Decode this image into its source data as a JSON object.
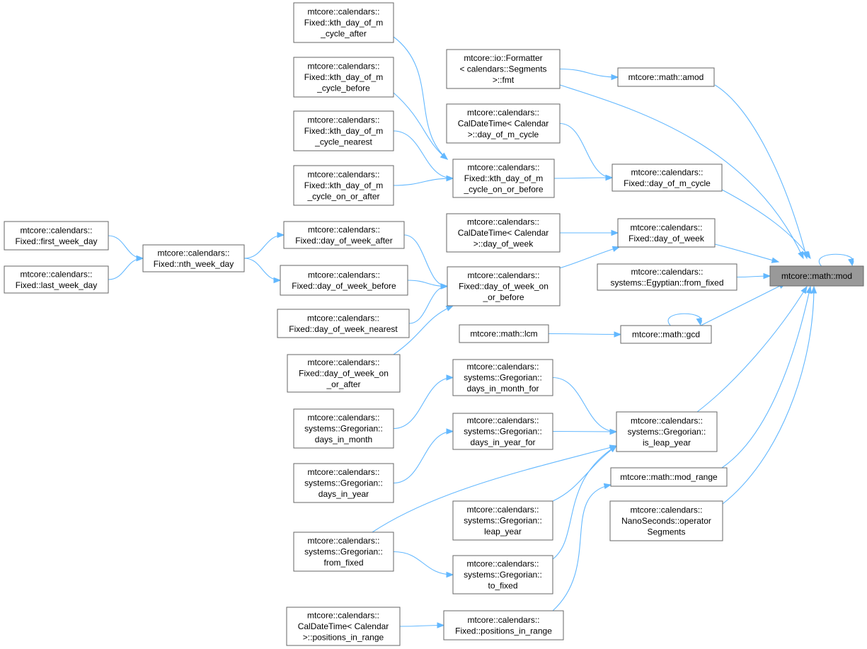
{
  "graph": {
    "nodes": {
      "mod": {
        "lines": [
          "mtcore::math::mod"
        ],
        "focus": true
      },
      "amod": {
        "lines": [
          "mtcore::math::amod"
        ]
      },
      "dom_cycle": {
        "lines": [
          "mtcore::calendars::",
          "Fixed::day_of_m_cycle"
        ]
      },
      "dow": {
        "lines": [
          "mtcore::calendars::",
          "Fixed::day_of_week"
        ]
      },
      "egypt": {
        "lines": [
          "mtcore::calendars::",
          "systems::Egyptian::from_fixed"
        ]
      },
      "gcd": {
        "lines": [
          "mtcore::math::gcd"
        ]
      },
      "leap": {
        "lines": [
          "mtcore::calendars::",
          "systems::Gregorian::",
          "is_leap_year"
        ]
      },
      "modrange": {
        "lines": [
          "mtcore::math::mod_range"
        ]
      },
      "nano": {
        "lines": [
          "mtcore::calendars::",
          "NanoSeconds::operator",
          "Segments"
        ]
      },
      "fmt": {
        "lines": [
          "mtcore::io::Formatter",
          "< calendars::Segments",
          ">::fmt"
        ]
      },
      "cdt_dmc": {
        "lines": [
          "mtcore::calendars::",
          "CalDateTime< Calendar",
          ">::day_of_m_cycle"
        ]
      },
      "kth_onbefore": {
        "lines": [
          "mtcore::calendars::",
          "Fixed::kth_day_of_m",
          "_cycle_on_or_before"
        ]
      },
      "cdt_dow": {
        "lines": [
          "mtcore::calendars::",
          "CalDateTime< Calendar",
          ">::day_of_week"
        ]
      },
      "dow_onbefore": {
        "lines": [
          "mtcore::calendars::",
          "Fixed::day_of_week_on",
          "_or_before"
        ]
      },
      "lcm": {
        "lines": [
          "mtcore::math::lcm"
        ]
      },
      "dimf": {
        "lines": [
          "mtcore::calendars::",
          "systems::Gregorian::",
          "days_in_month_for"
        ]
      },
      "diyf": {
        "lines": [
          "mtcore::calendars::",
          "systems::Gregorian::",
          "days_in_year_for"
        ]
      },
      "leap_year": {
        "lines": [
          "mtcore::calendars::",
          "systems::Gregorian::",
          "leap_year"
        ]
      },
      "to_fixed": {
        "lines": [
          "mtcore::calendars::",
          "systems::Gregorian::",
          "to_fixed"
        ]
      },
      "pir": {
        "lines": [
          "mtcore::calendars::",
          "Fixed::positions_in_range"
        ]
      },
      "kth_after": {
        "lines": [
          "mtcore::calendars::",
          "Fixed::kth_day_of_m",
          "_cycle_after"
        ]
      },
      "kth_before": {
        "lines": [
          "mtcore::calendars::",
          "Fixed::kth_day_of_m",
          "_cycle_before"
        ]
      },
      "kth_nearest": {
        "lines": [
          "mtcore::calendars::",
          "Fixed::kth_day_of_m",
          "_cycle_nearest"
        ]
      },
      "kth_onafter": {
        "lines": [
          "mtcore::calendars::",
          "Fixed::kth_day_of_m",
          "_cycle_on_or_after"
        ]
      },
      "dow_after": {
        "lines": [
          "mtcore::calendars::",
          "Fixed::day_of_week_after"
        ]
      },
      "dow_before": {
        "lines": [
          "mtcore::calendars::",
          "Fixed::day_of_week_before"
        ]
      },
      "dow_nearest": {
        "lines": [
          "mtcore::calendars::",
          "Fixed::day_of_week_nearest"
        ]
      },
      "dow_onafter": {
        "lines": [
          "mtcore::calendars::",
          "Fixed::day_of_week_on",
          "_or_after"
        ]
      },
      "nth": {
        "lines": [
          "mtcore::calendars::",
          "Fixed::nth_week_day"
        ]
      },
      "first_wd": {
        "lines": [
          "mtcore::calendars::",
          "Fixed::first_week_day"
        ]
      },
      "last_wd": {
        "lines": [
          "mtcore::calendars::",
          "Fixed::last_week_day"
        ]
      },
      "dim": {
        "lines": [
          "mtcore::calendars::",
          "systems::Gregorian::",
          "days_in_month"
        ]
      },
      "diy": {
        "lines": [
          "mtcore::calendars::",
          "systems::Gregorian::",
          "days_in_year"
        ]
      },
      "from_fixed": {
        "lines": [
          "mtcore::calendars::",
          "systems::Gregorian::",
          "from_fixed"
        ]
      },
      "cdt_pir": {
        "lines": [
          "mtcore::calendars::",
          "CalDateTime< Calendar",
          ">::positions_in_range"
        ]
      }
    },
    "edges": [
      [
        "mod",
        "mod"
      ],
      [
        "amod",
        "mod"
      ],
      [
        "fmt",
        "mod"
      ],
      [
        "dom_cycle",
        "mod"
      ],
      [
        "dow",
        "mod"
      ],
      [
        "egypt",
        "mod"
      ],
      [
        "gcd",
        "mod"
      ],
      [
        "leap",
        "mod"
      ],
      [
        "modrange",
        "mod"
      ],
      [
        "nano",
        "mod"
      ],
      [
        "fmt",
        "amod"
      ],
      [
        "cdt_dmc",
        "dom_cycle"
      ],
      [
        "kth_onbefore",
        "dom_cycle"
      ],
      [
        "cdt_dow",
        "dow"
      ],
      [
        "dow_onbefore",
        "dow"
      ],
      [
        "gcd",
        "gcd"
      ],
      [
        "lcm",
        "gcd"
      ],
      [
        "dimf",
        "leap"
      ],
      [
        "diyf",
        "leap"
      ],
      [
        "leap_year",
        "leap"
      ],
      [
        "to_fixed",
        "leap"
      ],
      [
        "from_fixed",
        "leap"
      ],
      [
        "pir",
        "modrange"
      ],
      [
        "kth_after",
        "kth_onbefore"
      ],
      [
        "kth_before",
        "kth_onbefore"
      ],
      [
        "kth_nearest",
        "kth_onbefore"
      ],
      [
        "kth_onafter",
        "kth_onbefore"
      ],
      [
        "dow_after",
        "dow_onbefore"
      ],
      [
        "dow_before",
        "dow_onbefore"
      ],
      [
        "dow_nearest",
        "dow_onbefore"
      ],
      [
        "dow_onafter",
        "dow_onbefore"
      ],
      [
        "nth",
        "dow_after"
      ],
      [
        "nth",
        "dow_before"
      ],
      [
        "first_wd",
        "nth"
      ],
      [
        "last_wd",
        "nth"
      ],
      [
        "dim",
        "dimf"
      ],
      [
        "diy",
        "diyf"
      ],
      [
        "from_fixed",
        "to_fixed"
      ],
      [
        "cdt_pir",
        "pir"
      ]
    ]
  }
}
